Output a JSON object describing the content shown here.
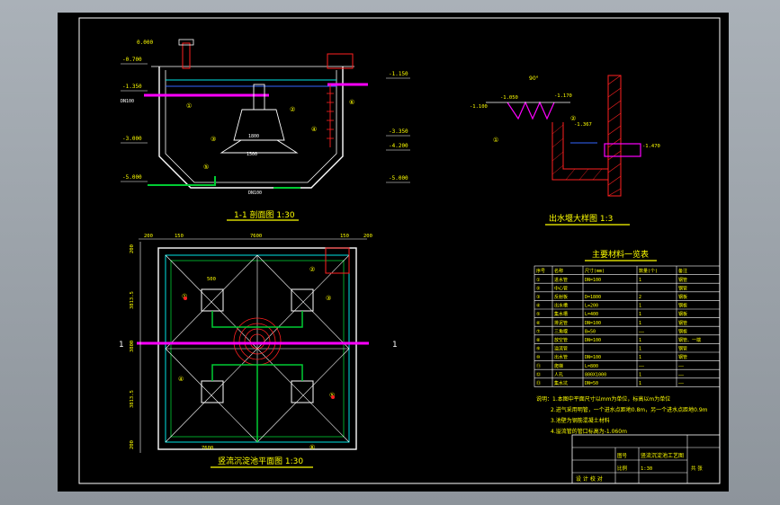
{
  "colors": {
    "background": "#000000",
    "frame": "#ffffff",
    "structure": "#ffffff",
    "pipe_magenta": "#ff00ff",
    "pipe_green": "#00cc33",
    "cyan": "#00e5e5",
    "annotation_yellow": "#ffff00",
    "red_accent": "#ff2020",
    "blue_water": "#3366ff"
  },
  "section_view": {
    "title": "1-1 剖面图 1:30",
    "elevations_left": [
      "0.000",
      "-0.700",
      "-1.350",
      "-3.000",
      "-5.000"
    ],
    "elevations_right": [
      "-1.150",
      "-3.350",
      "-4.200",
      "-5.000"
    ],
    "cone_label": "1800",
    "base_label": "1500",
    "bottom_label": "DN100",
    "pipe_label": "DN100",
    "callouts": [
      "①",
      "②",
      "③",
      "④",
      "⑤",
      "⑥"
    ]
  },
  "weir_detail": {
    "title": "出水堰大样图 1:3",
    "angle": "90°",
    "levels": [
      "-1.100",
      "-1.050",
      "-1.170",
      "-1.367",
      "-1.470"
    ],
    "callouts": [
      "①",
      "②"
    ]
  },
  "plan_view": {
    "title": "竖流沉淀池平面图 1:30",
    "dim_top": [
      "200",
      "150",
      "7600",
      "150",
      "200"
    ],
    "dim_left": [
      "200",
      "3813.5",
      "3800",
      "3813.5",
      "200"
    ],
    "dim_inner": "500",
    "dim_bottom": "7600",
    "cut_marks": [
      "1",
      "1"
    ],
    "callouts": [
      "①",
      "②",
      "③",
      "④",
      "⑤",
      "⑥"
    ]
  },
  "materials_table": {
    "title": "主要材料一览表",
    "headers": [
      "序号",
      "名称",
      "尺寸(mm)",
      "数量(个)",
      "备注"
    ],
    "rows": [
      [
        "①",
        "进水管",
        "DN=100",
        "1",
        "钢管"
      ],
      [
        "②",
        "中心管",
        "",
        "",
        "钢管"
      ],
      [
        "③",
        "反射板",
        "D=1800",
        "2",
        "钢板"
      ],
      [
        "④",
        "出水槽",
        "L=200",
        "1",
        "钢板"
      ],
      [
        "⑤",
        "集水槽",
        "L=400",
        "1",
        "钢板"
      ],
      [
        "⑥",
        "排泥管",
        "DN=100",
        "1",
        "钢管"
      ],
      [
        "⑦",
        "三角堰",
        "B=50",
        "——",
        "钢板"
      ],
      [
        "⑧",
        "放空管",
        "DN=100",
        "1",
        "钢管、一端"
      ],
      [
        "⑨",
        "溢流管",
        "",
        "1",
        "钢管"
      ],
      [
        "⑩",
        "出水管",
        "DN=100",
        "1",
        "钢管"
      ],
      [
        "⑪",
        "爬梯",
        "L=800",
        "——",
        "——"
      ],
      [
        "⑫",
        "人孔",
        "800X1000",
        "1",
        "——"
      ],
      [
        "⑬",
        "集水坑",
        "DN=50",
        "1",
        "——"
      ]
    ]
  },
  "notes": [
    "说明：1.本图中平面尺寸以mm为单位，标高以m为单位",
    "2.进气采用明管，一个进水点距地0.8m，另一个进水点距地0.9m",
    "3.池壁为钢筋混凝土材料",
    "4.溢流管的管口标高为-1.060m"
  ],
  "title_block": {
    "drawing_name": "竖流沉淀池工艺图",
    "scale": "1:30",
    "sheet": "共 张",
    "checked": "设 计 校 对",
    "labels": [
      "图号",
      "比例"
    ]
  }
}
